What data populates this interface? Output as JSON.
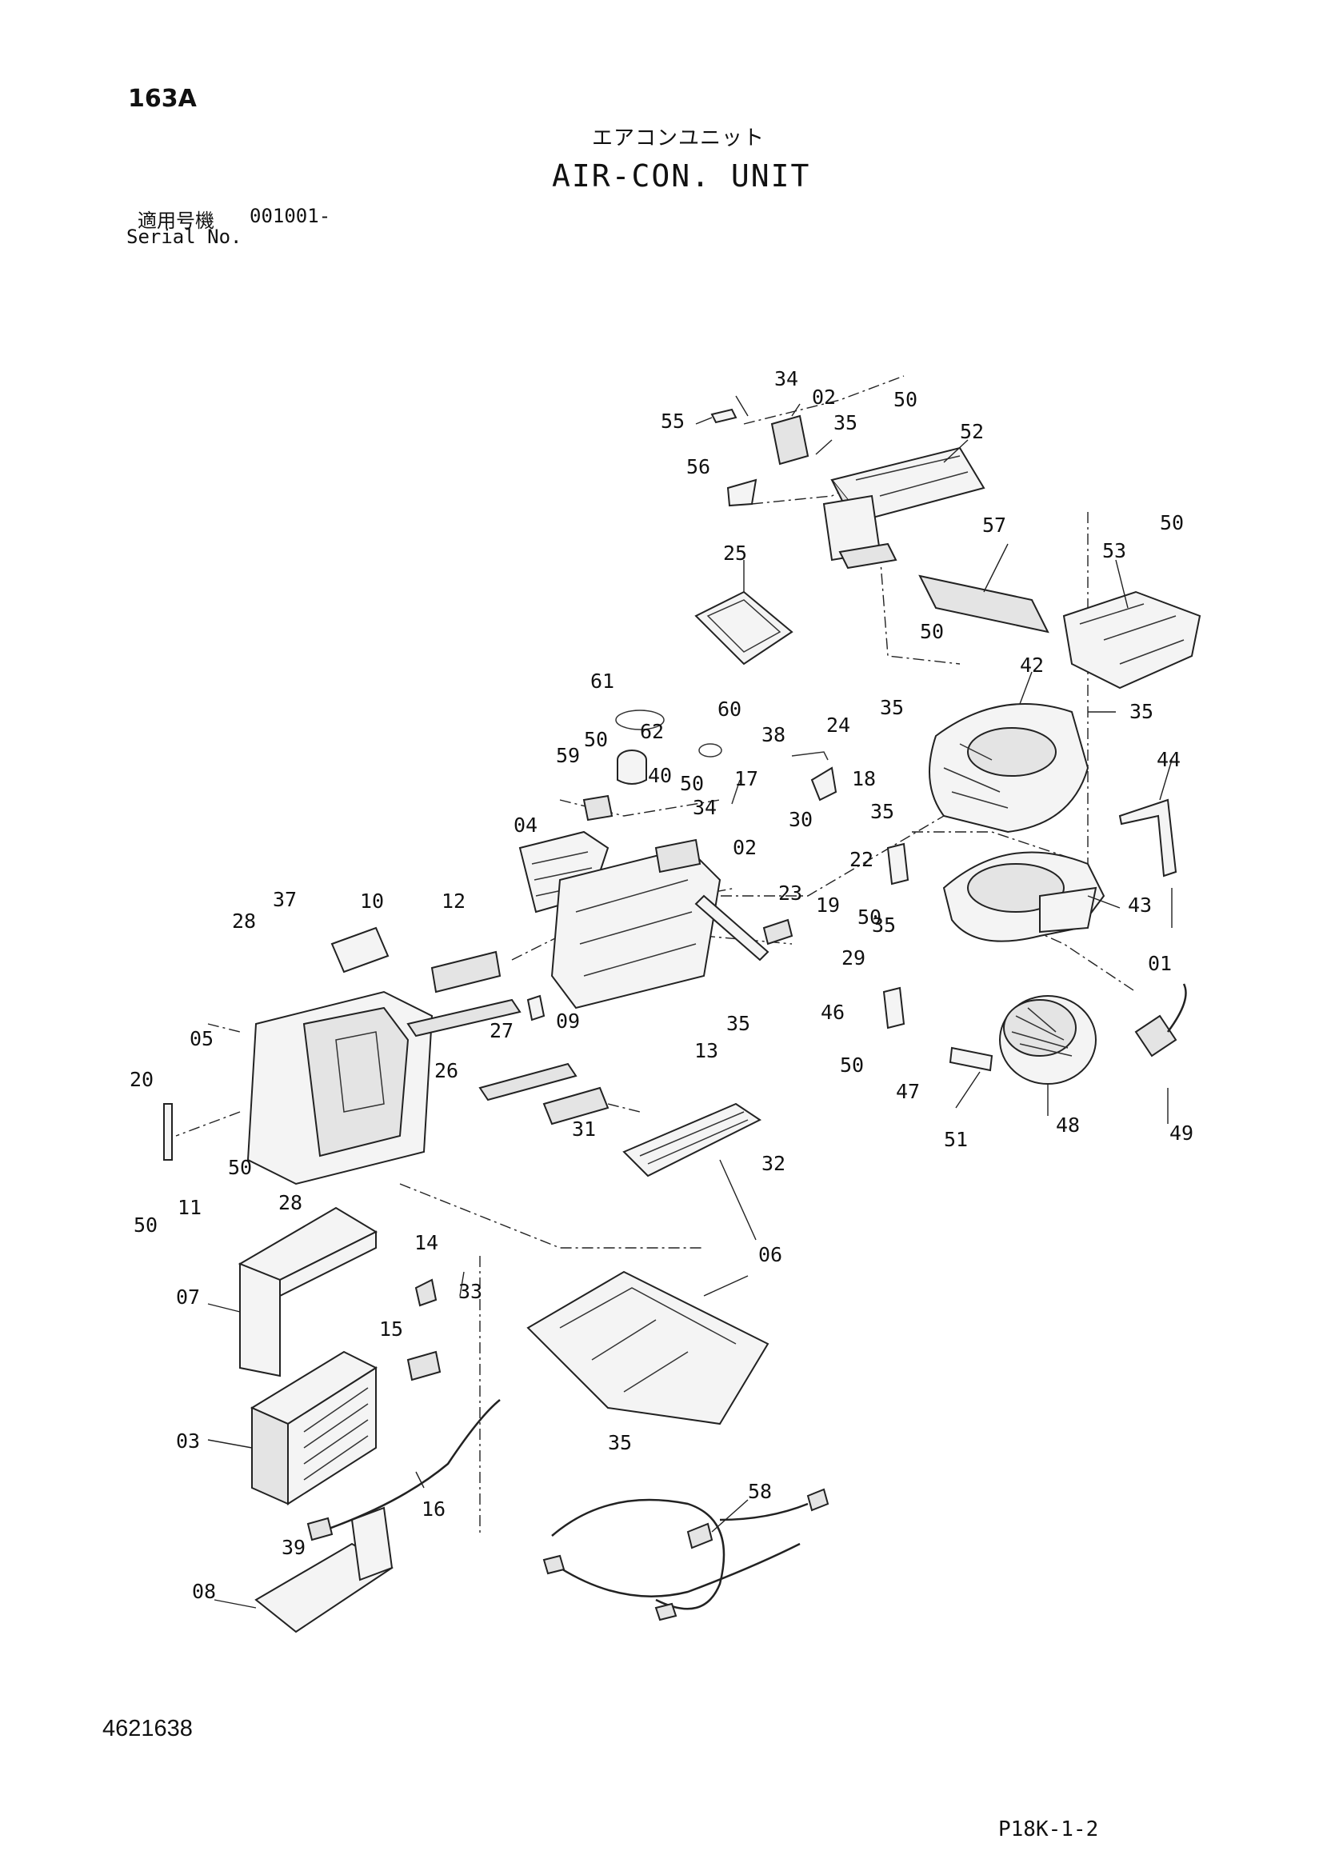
{
  "header": {
    "page_number": "163A",
    "title_jp": "エアコンユニット",
    "title_en": "AIR-CON. UNIT",
    "serial_label_jp": "適用号機",
    "serial_value": "001001-",
    "serial_label_en": "Serial No."
  },
  "footer": {
    "document_number": "4621638",
    "page_ref": "P18K-1-2"
  },
  "diagram": {
    "callouts": [
      "34",
      "02",
      "55",
      "35",
      "50",
      "52",
      "56",
      "57",
      "25",
      "53",
      "50",
      "50",
      "42",
      "35",
      "35",
      "61",
      "60",
      "62",
      "50",
      "38",
      "24",
      "59",
      "40",
      "50",
      "17",
      "18",
      "34",
      "35",
      "30",
      "04",
      "02",
      "22",
      "44",
      "43",
      "23",
      "19",
      "10",
      "12",
      "37",
      "28",
      "35",
      "29",
      "50",
      "01",
      "09",
      "05",
      "26",
      "27",
      "35",
      "46",
      "20",
      "13",
      "47",
      "50",
      "31",
      "32",
      "50",
      "11",
      "28",
      "50",
      "51",
      "48",
      "49",
      "14",
      "06",
      "07",
      "33",
      "15",
      "35",
      "03",
      "16",
      "58",
      "39",
      "08"
    ]
  },
  "colors": {
    "line": "#222222",
    "paper": "#ffffff"
  }
}
